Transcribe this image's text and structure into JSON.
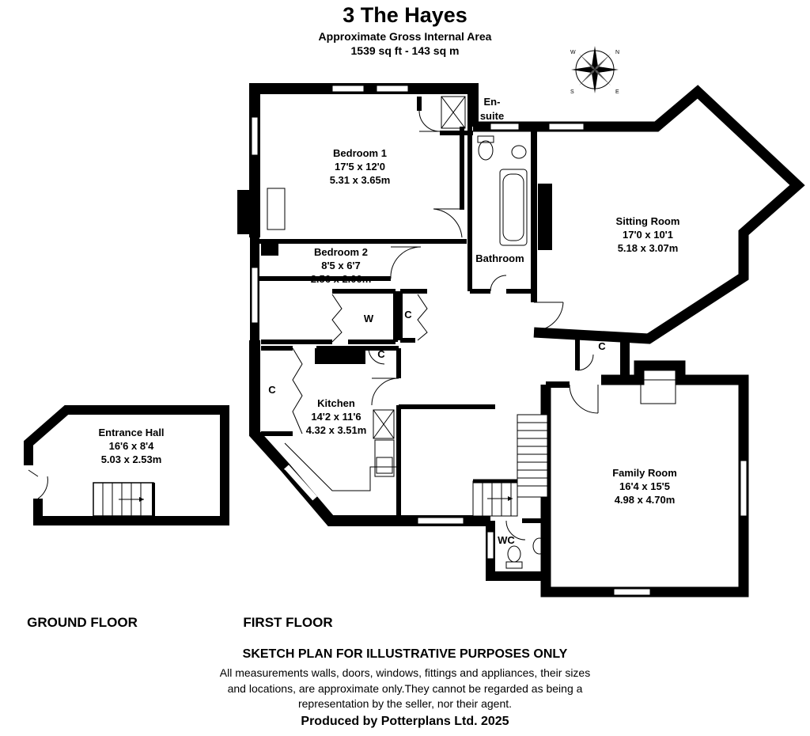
{
  "header": {
    "title": "3 The Hayes",
    "area_line1": "Approximate Gross Internal Area",
    "area_line2": "1539 sq ft - 143 sq m"
  },
  "rooms": {
    "entrance_hall": {
      "name": "Entrance Hall",
      "imperial": "16'6 x 8'4",
      "metric": "5.03 x 2.53m"
    },
    "bedroom1": {
      "name": "Bedroom 1",
      "imperial": "17'5 x 12'0",
      "metric": "5.31 x 3.65m"
    },
    "bedroom2": {
      "name": "Bedroom 2",
      "imperial": "8'5 x 6'7",
      "metric": "2.56 x 2.00m"
    },
    "ensuite": {
      "line1": "En-",
      "line2": "suite"
    },
    "bathroom": {
      "name": "Bathroom"
    },
    "sitting": {
      "name": "Sitting Room",
      "imperial": "17'0 x 10'1",
      "metric": "5.18 x 3.07m"
    },
    "kitchen": {
      "name": "Kitchen",
      "imperial": "14'2 x 11'6",
      "metric": "4.32 x 3.51m"
    },
    "family": {
      "name": "Family Room",
      "imperial": "16'4 x 15'5",
      "metric": "4.98 x 4.70m"
    },
    "wc": {
      "name": "WC"
    },
    "wardrobe": {
      "name": "W"
    },
    "cupboard": {
      "name": "C"
    }
  },
  "floors": {
    "ground": "GROUND FLOOR",
    "first": "FIRST FLOOR"
  },
  "compass": {
    "n": "N",
    "e": "E",
    "s": "S",
    "w": "W"
  },
  "footer": {
    "heading": "SKETCH PLAN FOR ILLUSTRATIVE PURPOSES ONLY",
    "line1": "All measurements walls, doors, windows, fittings and appliances, their sizes",
    "line2": "and locations, are approximate only.They cannot be regarded as being a",
    "line3": "representation by the seller, nor their agent.",
    "producer": "Produced by Potterplans Ltd. 2025"
  }
}
